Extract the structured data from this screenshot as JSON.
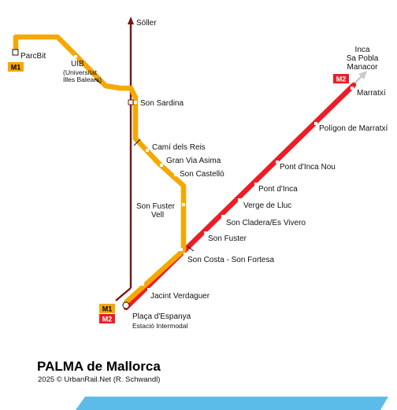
{
  "title": "PALMA de Mallorca",
  "credit": "2025 © UrbanRail.Net (R. Schwandl)",
  "colors": {
    "m1": "#f5a800",
    "m2": "#ee1c25",
    "rail": "#7a1416",
    "sea": "#5bbcea",
    "badge_m1_text": "#000000",
    "badge_m2_text": "#ffffff"
  },
  "lines": {
    "m1": {
      "badge": "M1"
    },
    "m2": {
      "badge": "M2"
    }
  },
  "rail": {
    "destination": "Sóller"
  },
  "m1_stations": {
    "parcbit": "ParcBit",
    "uib": [
      "UIB",
      "(Universitat",
      "Illes Balears)"
    ],
    "son_sardina": "Son Sardina",
    "cami_dels_reis": "Camí dels Reis",
    "gran_via_asima": "Gran Via Asima",
    "son_castello": "Son Castelló",
    "son_fuster_vell": [
      "Son Fuster",
      "Vell"
    ]
  },
  "m2_stations": {
    "destination": [
      "Inca",
      "Sa Pobla",
      "Manacor"
    ],
    "marratxi": "Marratxí",
    "poligon_marratxi": "Polígon de Marratxí",
    "pont_inca_nou": "Pont d'Inca Nou",
    "pont_inca": "Pont d'Inca",
    "verge_de_lluc": "Verge de Lluc",
    "son_cladera": "Son Cladera/Es Vivero",
    "son_fuster": "Son Fuster",
    "son_costa": "Son Costa - Son Fortesa"
  },
  "shared_stations": {
    "jacint_verdaguer": "Jacint Verdaguer",
    "placa_espanya": "Plaça d'Espanya",
    "estacio_intermodal": "Estació Intermodal"
  }
}
